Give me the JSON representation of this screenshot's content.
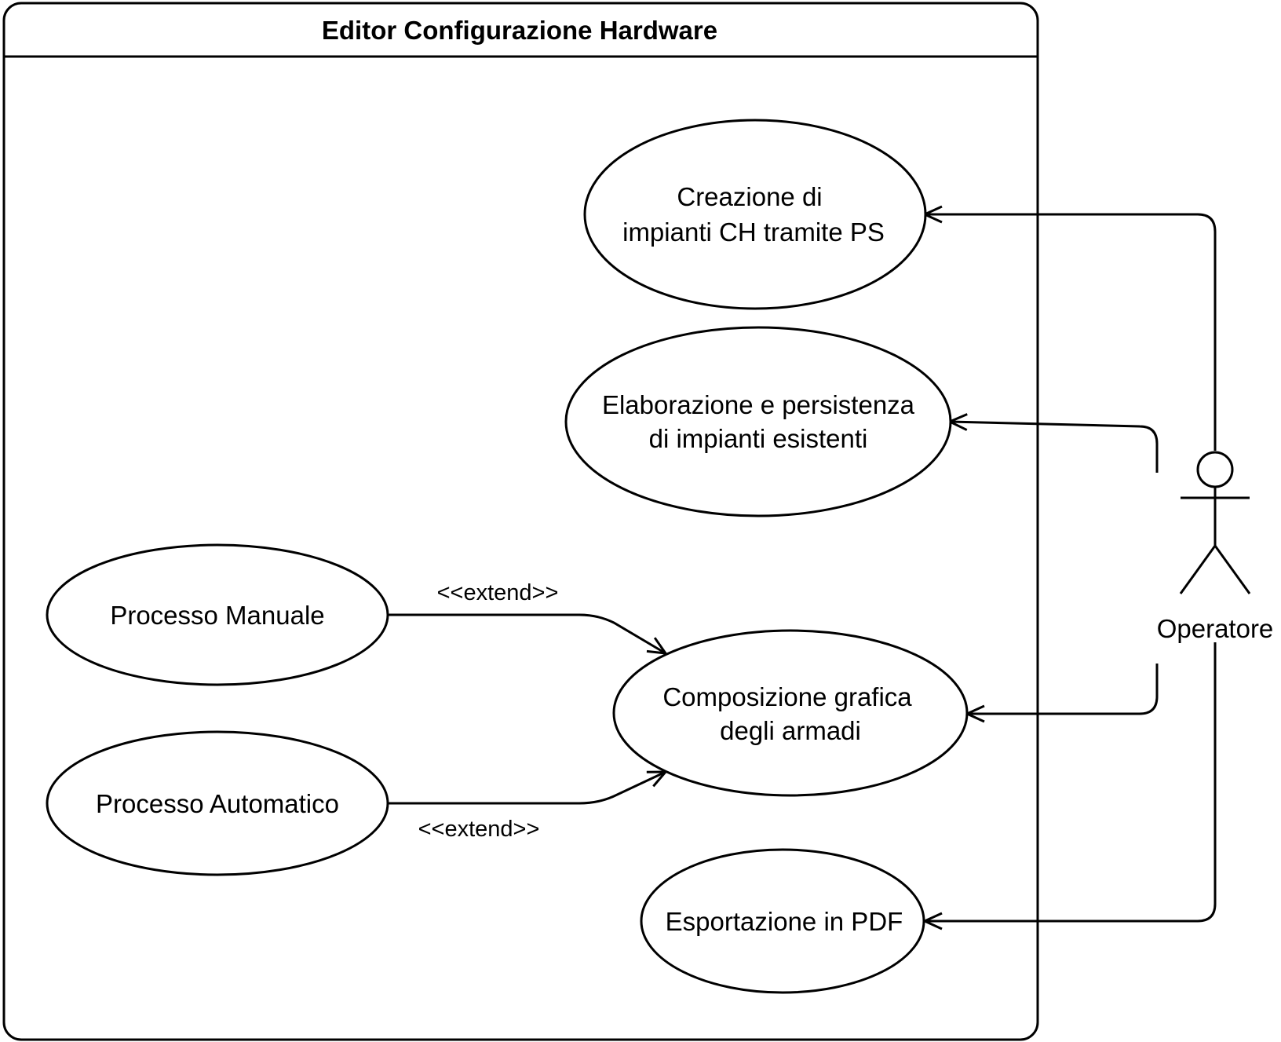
{
  "system": {
    "title": "Editor Configurazione Hardware"
  },
  "use_cases": {
    "creazione": {
      "line1": "Creazione di",
      "line2": "impianti CH tramite PS"
    },
    "elaborazione": {
      "line1": "Elaborazione e persistenza",
      "line2": "di impianti esistenti"
    },
    "composizione": {
      "line1": "Composizione grafica",
      "line2": "degli armadi"
    },
    "esportazione": {
      "line1": "Esportazione in PDF"
    },
    "manuale": {
      "line1": "Processo Manuale"
    },
    "automatico": {
      "line1": "Processo Automatico"
    }
  },
  "relations": {
    "extend_manuale": "<<extend>>",
    "extend_automatico": "<<extend>>"
  },
  "actor": {
    "name": "Operatore"
  }
}
